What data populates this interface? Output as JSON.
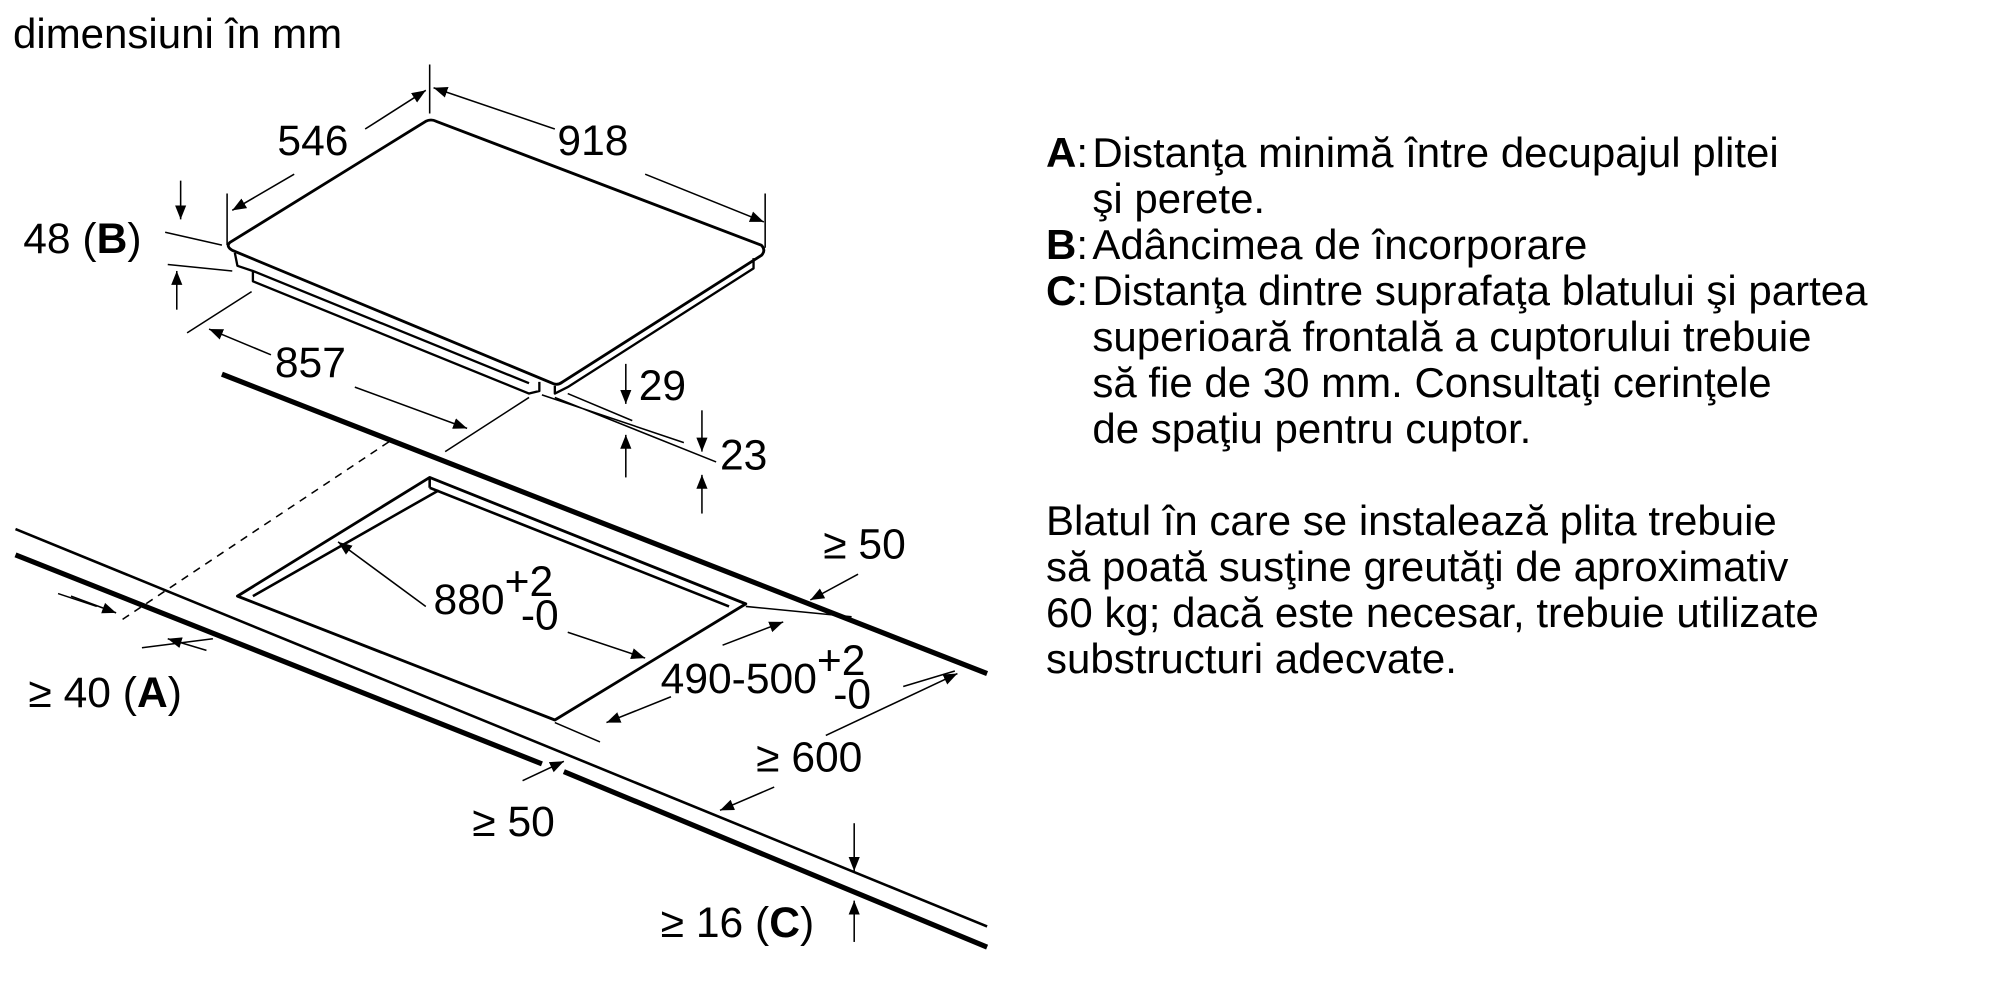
{
  "title": "dimensiuni în mm",
  "dimensions": {
    "hob_depth": "546",
    "hob_width": "918",
    "hob_height": "48",
    "hob_height_ref": "B",
    "body_width": "857",
    "body_h1": "29",
    "body_h2": "23",
    "cutout_width": "880",
    "cutout_width_tol_plus": "+2",
    "cutout_width_tol_minus": "-0",
    "cutout_depth": "490-500",
    "cutout_depth_tol_plus": "+2",
    "cutout_depth_tol_minus": "-0",
    "wall_dist": "≥ 40",
    "wall_dist_ref": "A",
    "back_margin": "≥ 50",
    "front_margin": "≥ 50",
    "counter_depth": "≥ 600",
    "counter_thickness": "≥ 16",
    "counter_thickness_ref": "C"
  },
  "legend": [
    {
      "key": "A",
      "lines": [
        "Distanţa minimă între decupajul plitei",
        "şi perete."
      ]
    },
    {
      "key": "B",
      "lines": [
        "Adâncimea de încorporare"
      ]
    },
    {
      "key": "C",
      "lines": [
        "Distanţa dintre suprafaţa blatului şi partea",
        "superioară frontală a cuptorului trebuie",
        "să fie de 30 mm. Consultaţi cerinţele",
        "de spaţiu pentru cuptor."
      ]
    }
  ],
  "note": [
    "Blatul în care se instalează plita trebuie",
    "să poată susţine greutăţi de aproximativ",
    "60 kg; dacă este necesar, trebuie utilizate",
    "substructuri adecvate."
  ]
}
